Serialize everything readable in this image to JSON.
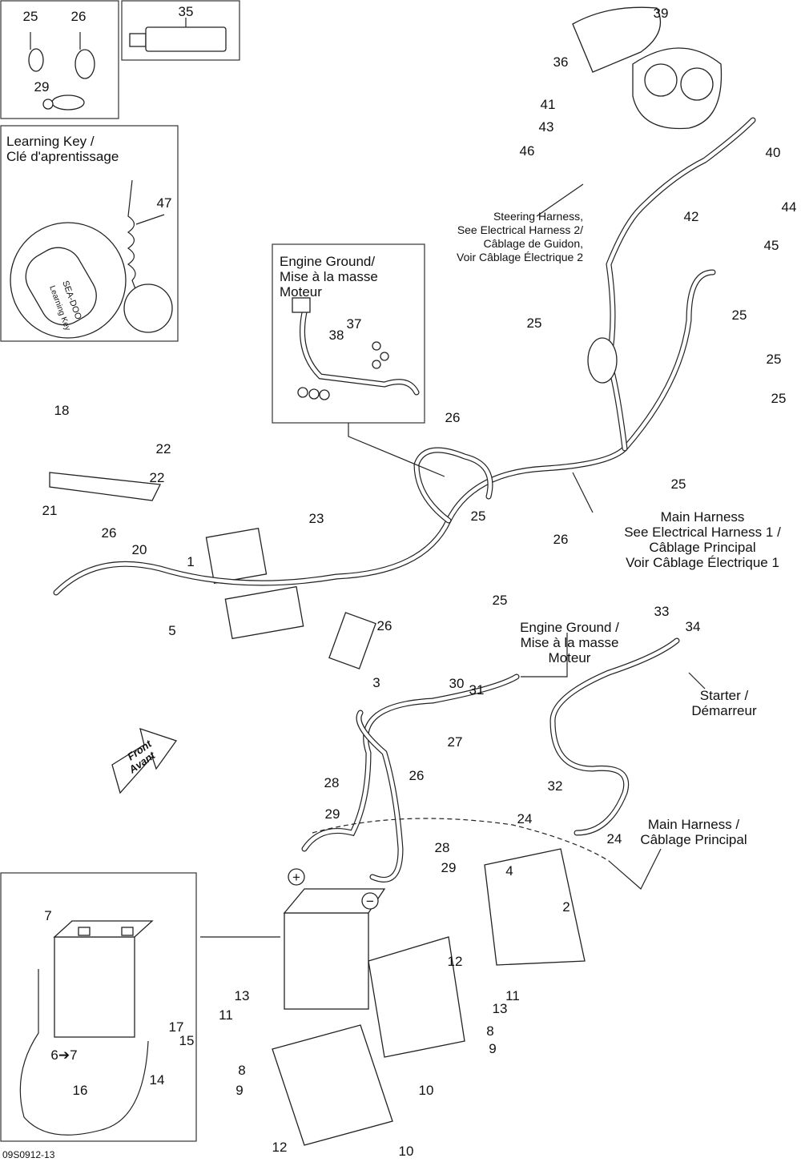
{
  "drawing_id": "09S0912-13",
  "callouts": [
    "25",
    "26",
    "29",
    "35",
    "39",
    "36",
    "41",
    "43",
    "46",
    "40",
    "42",
    "44",
    "45",
    "25",
    "25",
    "25",
    "25",
    "47",
    "37",
    "38",
    "18",
    "26",
    "22",
    "22",
    "21",
    "20",
    "26",
    "23",
    "25",
    "26",
    "25",
    "1",
    "25",
    "26",
    "5",
    "3",
    "33",
    "34",
    "30",
    "31",
    "27",
    "26",
    "32",
    "28",
    "29",
    "24",
    "24",
    "28",
    "29",
    "4",
    "2",
    "7",
    "12",
    "13",
    "11",
    "11",
    "13",
    "8",
    "9",
    "17",
    "15",
    "6➔7",
    "14",
    "16",
    "8",
    "9",
    "10",
    "12",
    "10"
  ],
  "notes": {
    "learning_key": [
      "Learning Key /",
      "Clé d'aprentissage"
    ],
    "engine_ground_box": [
      "Engine Ground/",
      "Mise à la masse",
      "Moteur"
    ],
    "steering_harness": [
      "Steering Harness,",
      "See Electrical Harness 2/",
      "Câblage de Guidon,",
      "Voir Câblage Électrique 2"
    ],
    "main_harness_1": [
      "Main Harness",
      "See Electrical Harness 1 /",
      "Câblage Principal",
      "Voir Câblage Électrique 1"
    ],
    "engine_ground_2": [
      "Engine Ground /",
      "Mise à la masse",
      "Moteur"
    ],
    "starter": [
      "Starter /",
      "Démarreur"
    ],
    "main_harness_2": [
      "Main Harness /",
      "Câblage Principal"
    ],
    "front_arrow": [
      "Front",
      "Avant"
    ]
  },
  "logo": {
    "brand": "SEA-DOO",
    "tag": "Learning Key"
  }
}
